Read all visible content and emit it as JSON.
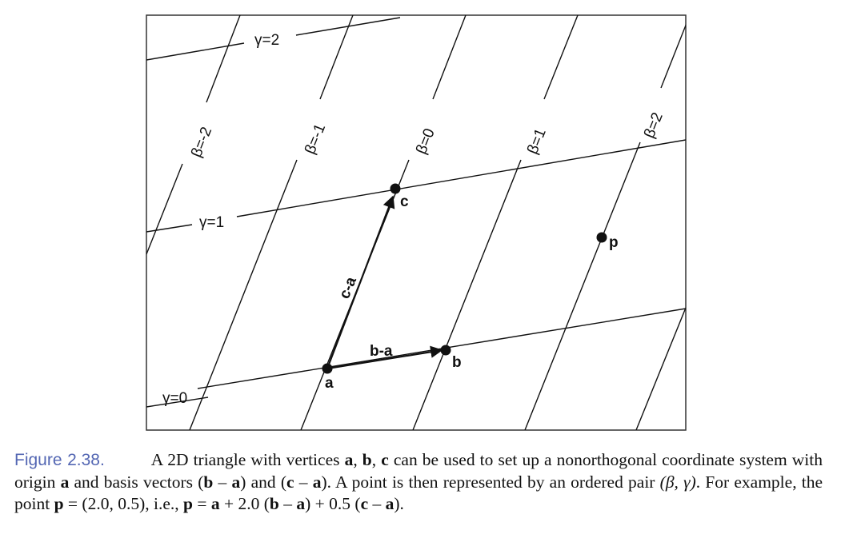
{
  "figure": {
    "labels": {
      "gamma": [
        "γ=0",
        "γ=1",
        "γ=2"
      ],
      "beta": [
        "β=-2",
        "β=-1",
        "β=0",
        "β=1",
        "β=2"
      ],
      "points": {
        "a": "a",
        "b": "b",
        "c": "c",
        "p": "p"
      },
      "vectors": {
        "b_minus_a": "b-a",
        "c_minus_a": "c-a"
      }
    }
  },
  "caption": {
    "label": "Figure 2.38.",
    "t1": "A 2D triangle with vertices ",
    "a": "a",
    "comma1": ", ",
    "b": "b",
    "comma2": ", ",
    "c": "c",
    "t2": " can be used to set up a nonorthogonal coordinate system with origin ",
    "a2": "a",
    "t3": " and basis vectors (",
    "b2": "b",
    "minus1": " – ",
    "a3": "a",
    "t4": ") and (",
    "c2": "c",
    "minus2": " – ",
    "a4": "a",
    "t5": "). A point is then represented by an ordered pair ",
    "pair": "(β, γ)",
    "t6": ". For example, the point ",
    "p": "p",
    "t7": " = (2.0, 0.5), i.e., ",
    "p2": "p",
    "t8": " = ",
    "a5": "a",
    "t9": " + 2.0 (",
    "b3": "b",
    "minus3": " – ",
    "a6": "a",
    "t10": ") + 0.5 (",
    "c3": "c",
    "minus4": " – ",
    "a7": "a",
    "t11": ")."
  }
}
